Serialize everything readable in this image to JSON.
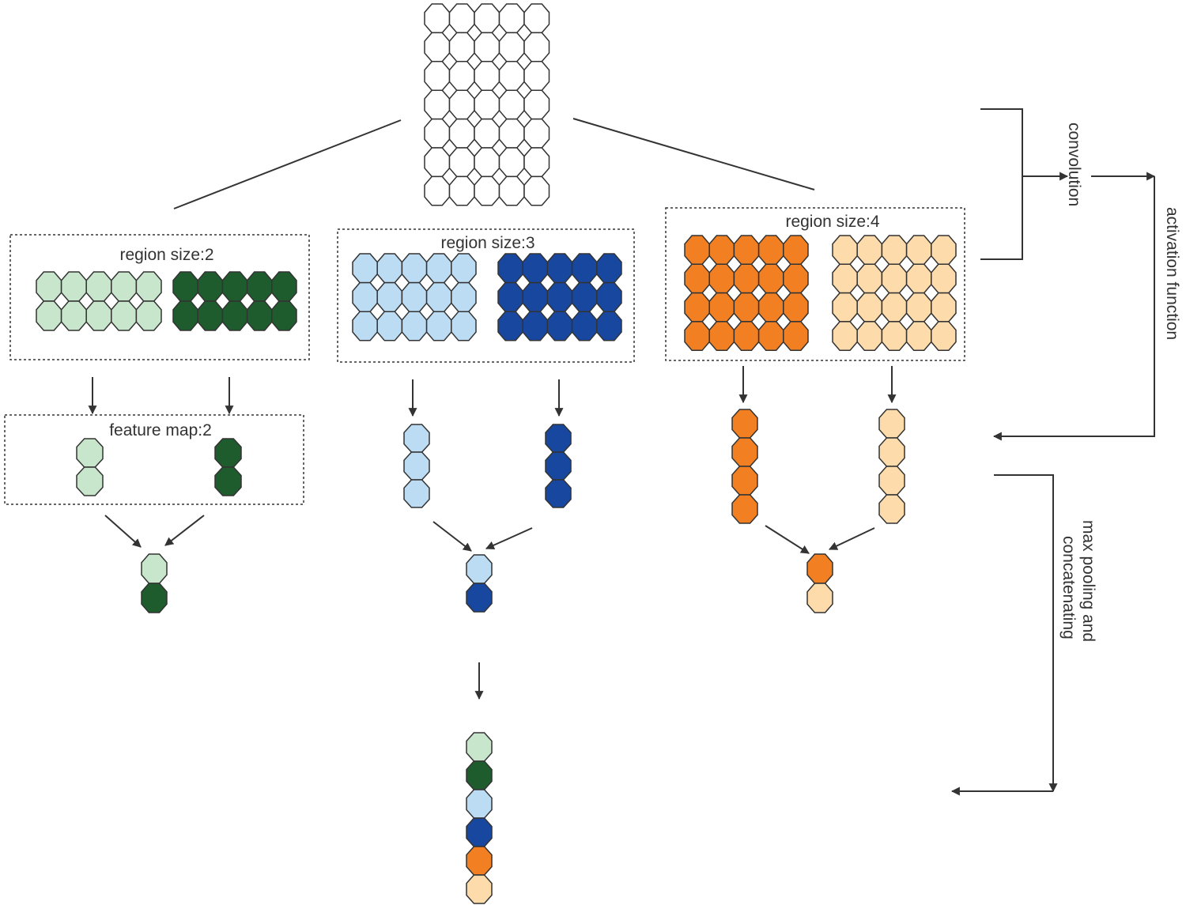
{
  "labels": {
    "region2": "region size:2",
    "region3": "region size:3",
    "region4": "region size:4",
    "feature_map": "feature map:2",
    "convolution": "convolution",
    "activation": "activation function",
    "pooling_line1": "max pooling and",
    "pooling_line2": "concatenating"
  },
  "colors": {
    "input": "#ffffff",
    "light_green": "#c7e6cb",
    "dark_green": "#1e5c2e",
    "light_blue": "#bcdcf4",
    "dark_blue": "#1847a0",
    "orange": "#f28022",
    "peach": "#fddbab",
    "stroke": "#333333"
  },
  "structure": {
    "input_matrix": {
      "rows": 7,
      "cols": 5
    },
    "region_sizes": [
      2,
      3,
      4
    ],
    "filters_per_region": 2,
    "feature_map_lengths": [
      2,
      3,
      4
    ],
    "pooled_per_region": 2,
    "concatenated_length": 6
  }
}
